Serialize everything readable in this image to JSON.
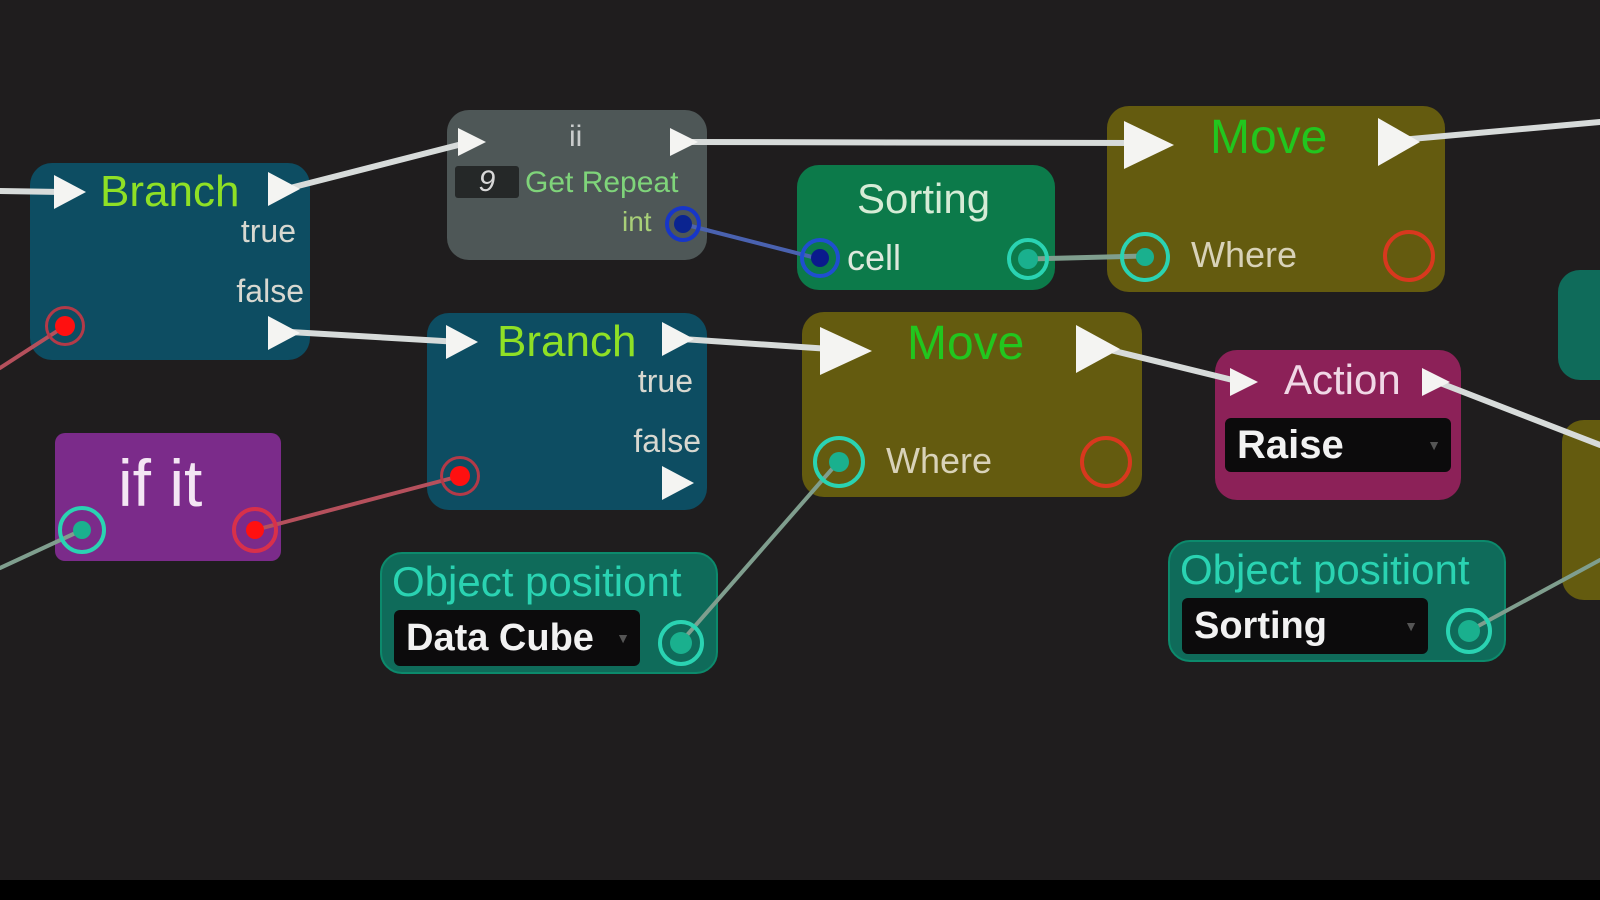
{
  "colors": {
    "background": "#1f1d1e",
    "branch_node": "#0d4d62",
    "get_repeat_node": "#4e5757",
    "sorting_node": "#0c7a4a",
    "move_node": "#645b0f",
    "action_node": "#8c2158",
    "if_node": "#7b2b8a",
    "object_position_node": "#0f6b5a",
    "flow_wire": "#d7dbda",
    "int_wire": "#4a62b0",
    "bool_wire": "#b5505c",
    "vector_wire": "#7f9e8e",
    "title_green": "#8fe025",
    "move_title_green": "#22c61e",
    "object_position_title": "#2ad3b2"
  },
  "nodes": {
    "branch_1": {
      "title": "Branch",
      "true_label": "true",
      "false_label": "false"
    },
    "branch_2": {
      "title": "Branch",
      "true_label": "true",
      "false_label": "false"
    },
    "get_repeat": {
      "header": "ii",
      "value": "9",
      "title": "Get Repeat",
      "output_label": "int"
    },
    "sorting": {
      "title": "Sorting",
      "input_label": "cell"
    },
    "move_1": {
      "title": "Move",
      "input_label": "Where"
    },
    "move_2": {
      "title": "Move",
      "input_label": "Where"
    },
    "action": {
      "title": "Action",
      "selected": "Raise"
    },
    "if_it": {
      "title": "if it"
    },
    "object_position_1": {
      "title": "Object positiont",
      "selected": "Data Cube"
    },
    "object_position_2": {
      "title": "Object positiont",
      "selected": "Sorting"
    }
  },
  "edges": [
    {
      "type": "flow",
      "from": "offscreen-left",
      "to": "branch_1.flow_in"
    },
    {
      "type": "flow",
      "from": "branch_1.true",
      "to": "get_repeat.flow_in"
    },
    {
      "type": "flow",
      "from": "get_repeat.flow_out",
      "to": "move_1.flow_in"
    },
    {
      "type": "flow",
      "from": "move_1.flow_out",
      "to": "offscreen-right"
    },
    {
      "type": "flow",
      "from": "branch_1.false",
      "to": "branch_2.flow_in"
    },
    {
      "type": "flow",
      "from": "branch_2.true",
      "to": "move_2.flow_in"
    },
    {
      "type": "flow",
      "from": "move_2.flow_out",
      "to": "action.flow_in"
    },
    {
      "type": "flow",
      "from": "action.flow_out",
      "to": "offscreen-right"
    },
    {
      "type": "int",
      "from": "get_repeat.int",
      "to": "sorting.cell"
    },
    {
      "type": "vector",
      "from": "sorting.out",
      "to": "move_1.where"
    },
    {
      "type": "bool",
      "from": "offscreen-left",
      "to": "branch_1.condition"
    },
    {
      "type": "bool",
      "from": "if_it.out",
      "to": "branch_2.condition"
    },
    {
      "type": "vector",
      "from": "offscreen-left",
      "to": "if_it.in"
    },
    {
      "type": "vector",
      "from": "object_position_1.out",
      "to": "move_2.where"
    },
    {
      "type": "vector",
      "from": "object_position_2.out",
      "to": "offscreen-right"
    }
  ]
}
